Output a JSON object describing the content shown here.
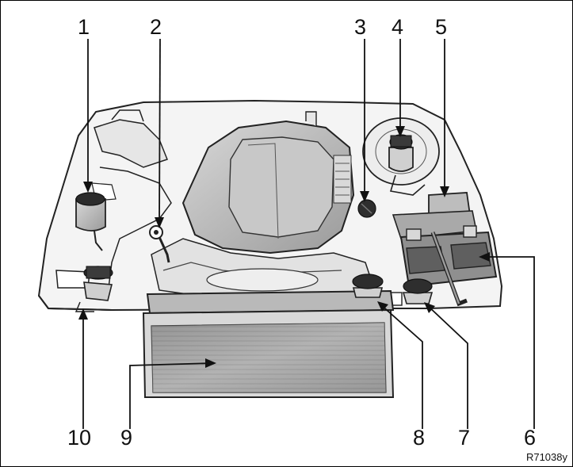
{
  "diagram": {
    "image_code": "R71038y",
    "callouts": {
      "c1": "1",
      "c2": "2",
      "c3": "3",
      "c4": "4",
      "c5": "5",
      "c6": "6",
      "c7": "7",
      "c8": "8",
      "c9": "9",
      "c10": "10"
    },
    "colors": {
      "line": "#222222",
      "shade": "#9a9a9a",
      "dark_shade": "#6e6e6e",
      "light_shade": "#cfcfcf"
    }
  }
}
